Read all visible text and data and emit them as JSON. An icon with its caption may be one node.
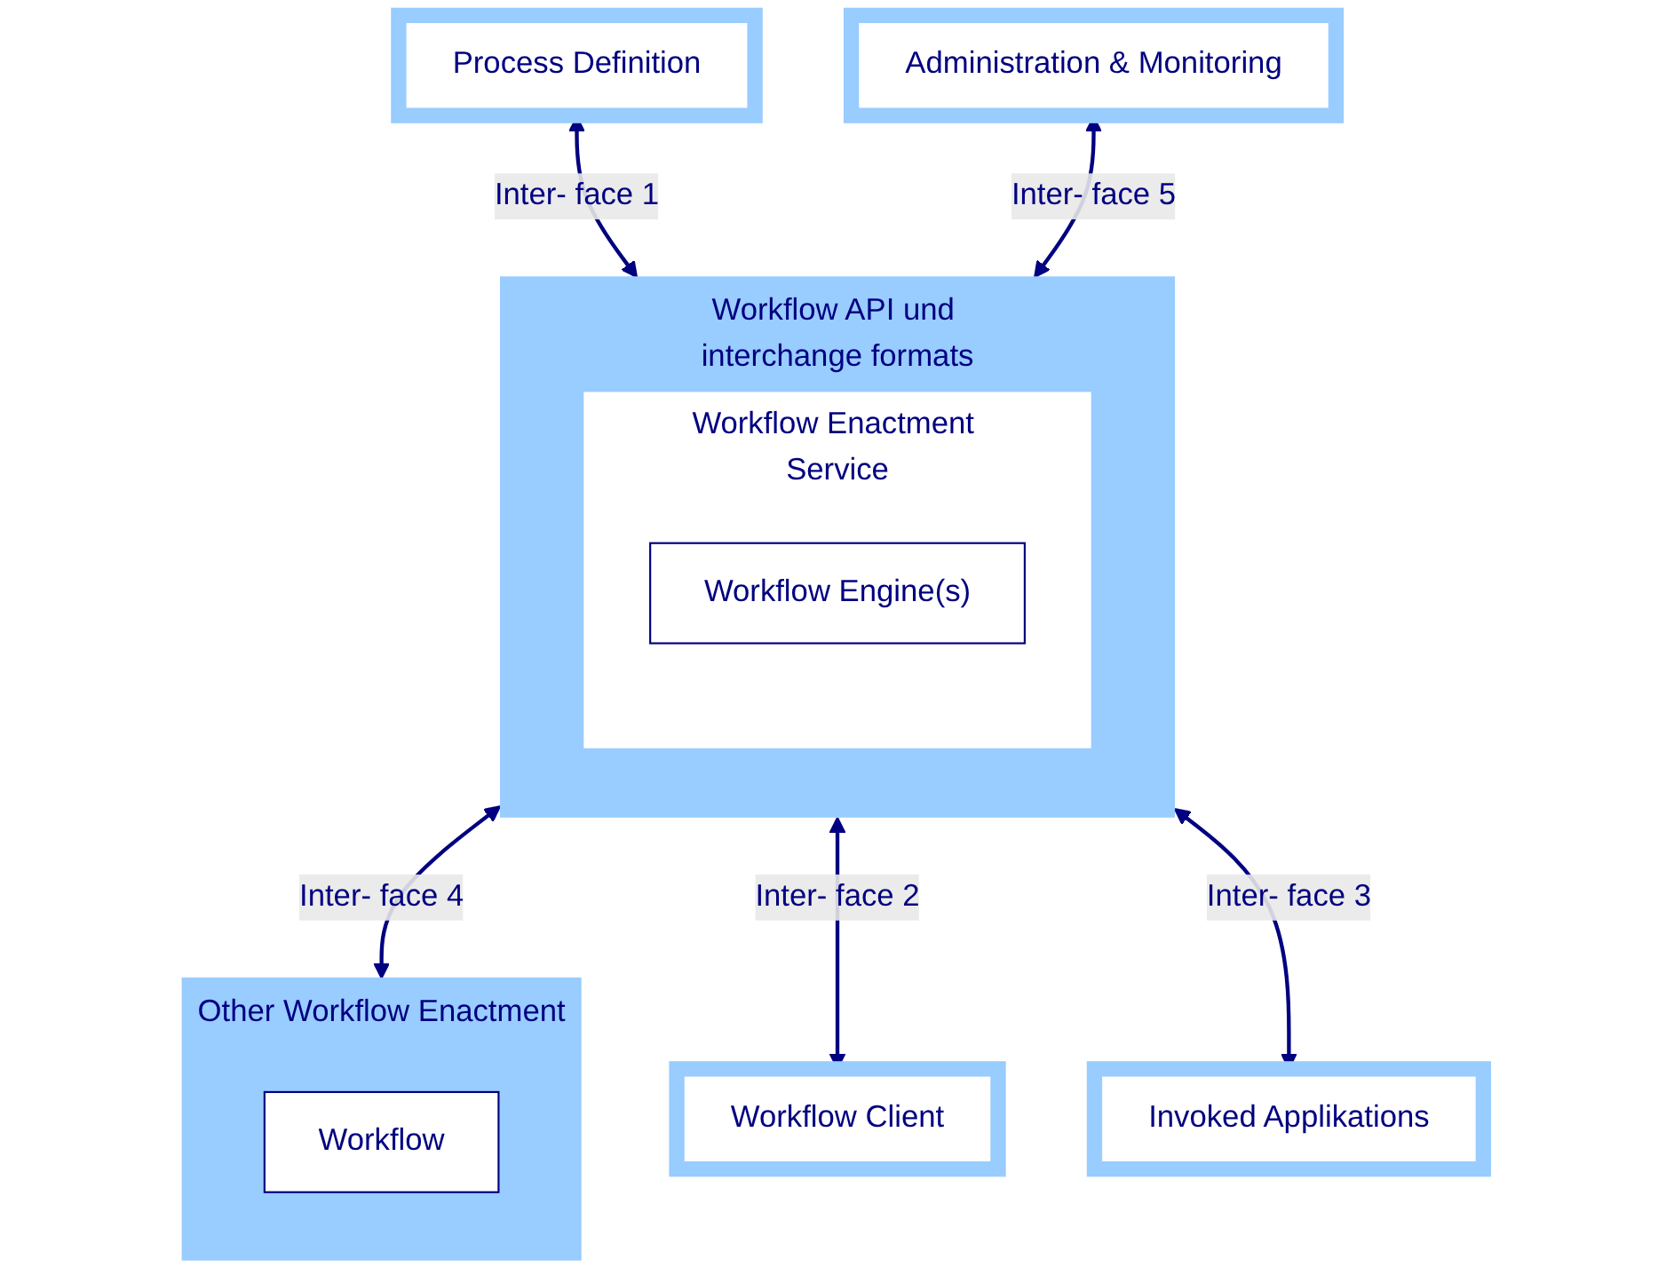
{
  "diagram": {
    "nodes": [
      {
        "text": [
          "Process Definition"
        ]
      },
      {
        "text": [
          "Workflow API und interchange formats"
        ]
      },
      {
        "text": [
          "Workflow Enactment Service"
        ],
        "in": 1
      },
      {
        "text": [
          "Workflow Engine(s)"
        ],
        "in": 2
      },
      {
        "text": [
          "Administration & Monitoring"
        ]
      },
      {
        "text": [
          "Other Workflow Enactment"
        ]
      },
      {
        "text": [
          "Workflow"
        ],
        "in": 5
      },
      {
        "text": [
          "Workflow Client"
        ]
      },
      {
        "text": [
          "Invoked Applikations"
        ]
      }
    ],
    "edges": [
      {
        "from": 0,
        "to": 1,
        "arrow": "both",
        "label": "Inter- face 1"
      },
      {
        "from": 4,
        "to": 1,
        "arrow": "both",
        "label": "Inter- face 5"
      },
      {
        "from": 1,
        "to": 5,
        "arrow": "both",
        "label": "Inter- face 4"
      },
      {
        "from": 1,
        "to": 7,
        "arrow": "both",
        "label": "Inter- face 2"
      },
      {
        "from": 1,
        "to": 8,
        "arrow": "both",
        "label": "Inter- face 3"
      }
    ]
  }
}
